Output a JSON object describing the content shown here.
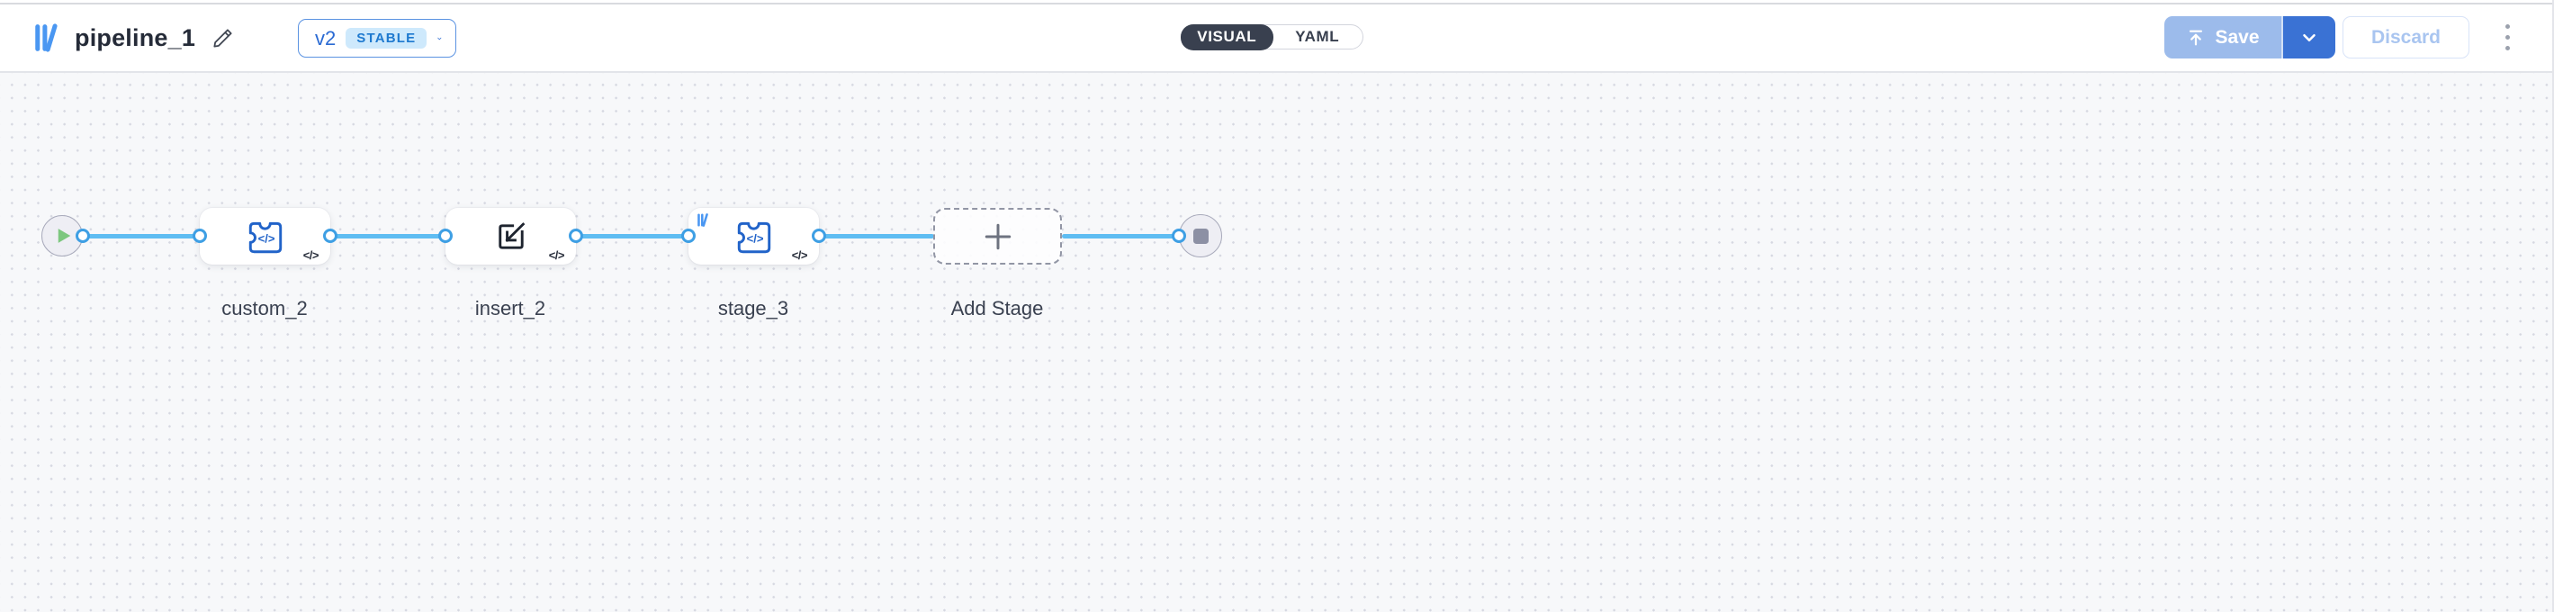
{
  "header": {
    "logo": "library-bars-logo",
    "title": "pipeline_1",
    "version": {
      "label": "v2",
      "status_badge": "STABLE"
    },
    "mode_toggle": {
      "visual": "VISUAL",
      "yaml": "YAML",
      "selected": "VISUAL"
    },
    "actions": {
      "save": "Save",
      "discard": "Discard"
    }
  },
  "canvas": {
    "start_node": "play",
    "end_node": "stop",
    "nodes": [
      {
        "id": "custom_2",
        "label": "custom_2",
        "icon": "puzzle-code-icon",
        "code_badge": "</>"
      },
      {
        "id": "insert_2",
        "label": "insert_2",
        "icon": "import-icon",
        "code_badge": "</>"
      },
      {
        "id": "stage_3",
        "label": "stage_3",
        "icon": "puzzle-code-icon",
        "code_badge": "</>",
        "corner_logo": true
      },
      {
        "id": "add_stage",
        "label": "Add Stage",
        "icon": "plus-icon"
      }
    ]
  },
  "colors": {
    "accent_blue": "#3a72d4",
    "save_disabled_blue": "#9cbbeb",
    "edge_blue": "#5fbdf2",
    "port_blue": "#3e9fe4",
    "node_icon_blue": "#2163c9",
    "badge_bg": "#cee9fc",
    "badge_text": "#1e79cf",
    "play_green": "#7cc77f",
    "stop_gray": "#8c90a4",
    "toggle_dark": "#39404f"
  }
}
